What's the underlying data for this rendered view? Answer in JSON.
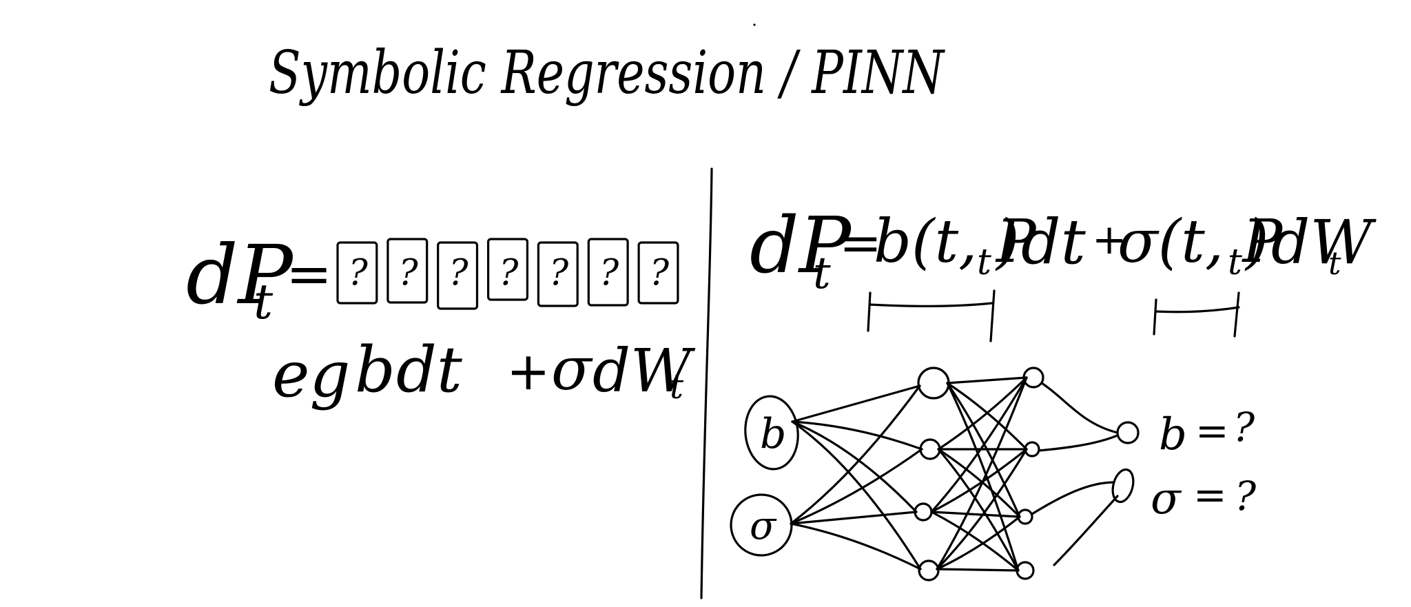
{
  "title": "Symbolic Regression / PINN",
  "left_panel": {
    "lhs": "dP",
    "lhs_subscript": "t",
    "equals": "=",
    "unknown_box_glyph": "?",
    "unknown_box_count": 7,
    "example_prefix": "eg",
    "example_terms": [
      "b",
      "dt",
      "+",
      "σ",
      "dW",
      "t"
    ]
  },
  "right_panel": {
    "lhs": "dP",
    "lhs_subscript": "t",
    "equals": "=",
    "drift": "b(t, P",
    "drift_subscript": "t",
    "drift_close": ")",
    "dt": "dt",
    "plus": "+",
    "diffusion": "σ(t, P",
    "diffusion_subscript": "t",
    "diffusion_close": ")",
    "dw": "dW",
    "dw_subscript": "t",
    "network": {
      "input_nodes": [
        "b",
        "σ"
      ],
      "outputs": [
        {
          "symbol": "b",
          "relation": "=",
          "value": "?"
        },
        {
          "symbol": "σ",
          "relation": "=",
          "value": "?"
        }
      ]
    }
  },
  "colors": {
    "ink": "#000000",
    "background": "#ffffff"
  }
}
